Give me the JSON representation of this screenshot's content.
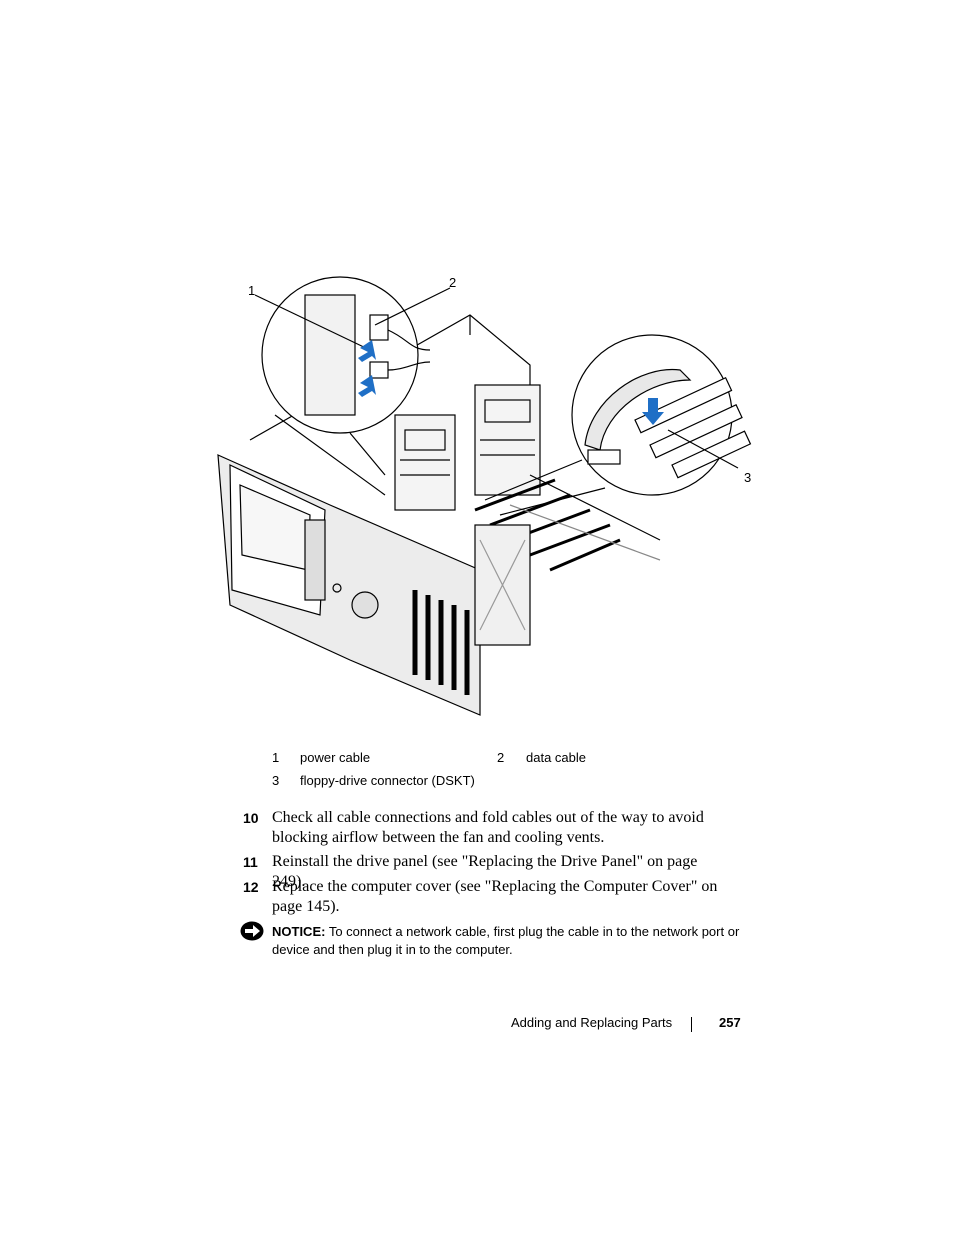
{
  "figure": {
    "callouts": [
      "1",
      "2",
      "3"
    ]
  },
  "legend": [
    {
      "num": "1",
      "label": "power cable"
    },
    {
      "num": "2",
      "label": "data cable"
    },
    {
      "num": "3",
      "label": "floppy-drive connector (DSKT)"
    }
  ],
  "steps": [
    {
      "num": "10",
      "text": "Check all cable connections and fold cables out of the way to avoid blocking airflow between the fan and cooling vents."
    },
    {
      "num": "11",
      "text": "Reinstall the drive panel (see \"Replacing the Drive Panel\" on page 249)."
    },
    {
      "num": "12",
      "text": "Replace the computer cover (see \"Replacing the Computer Cover\" on page 145)."
    }
  ],
  "notice": {
    "label": "NOTICE:",
    "text": " To connect a network cable, first plug the cable in to the network port or device and then plug it in to the computer.",
    "icon": "notice-arrow-icon"
  },
  "footer": {
    "section": "Adding and Replacing Parts",
    "page": "257"
  },
  "colors": {
    "arrow_blue": "#1f6fc6",
    "line": "#000000"
  }
}
